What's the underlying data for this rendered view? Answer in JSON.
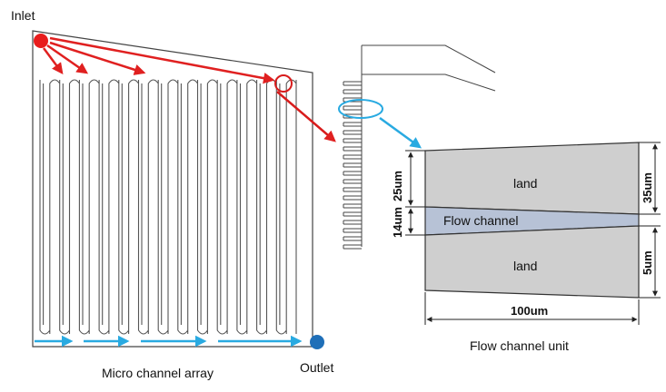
{
  "labels": {
    "inlet": "Inlet",
    "outlet": "Outlet",
    "array_caption": "Micro channel array",
    "unit_caption": "Flow channel unit"
  },
  "unit": {
    "land_top": "land",
    "land_bottom": "land",
    "flow_channel": "Flow channel"
  },
  "dimensions": {
    "left_upper": "25um",
    "left_lower": "14um",
    "right_upper": "35um",
    "right_lower": "5um",
    "bottom": "100um"
  },
  "colors": {
    "inlet": "#e81c1c",
    "outlet": "#1f6fb8",
    "inlet_arrows": "#e02020",
    "outlet_arrows": "#29aae1",
    "land": "#cfcfcf",
    "flow_channel": "#b7c2d6"
  }
}
